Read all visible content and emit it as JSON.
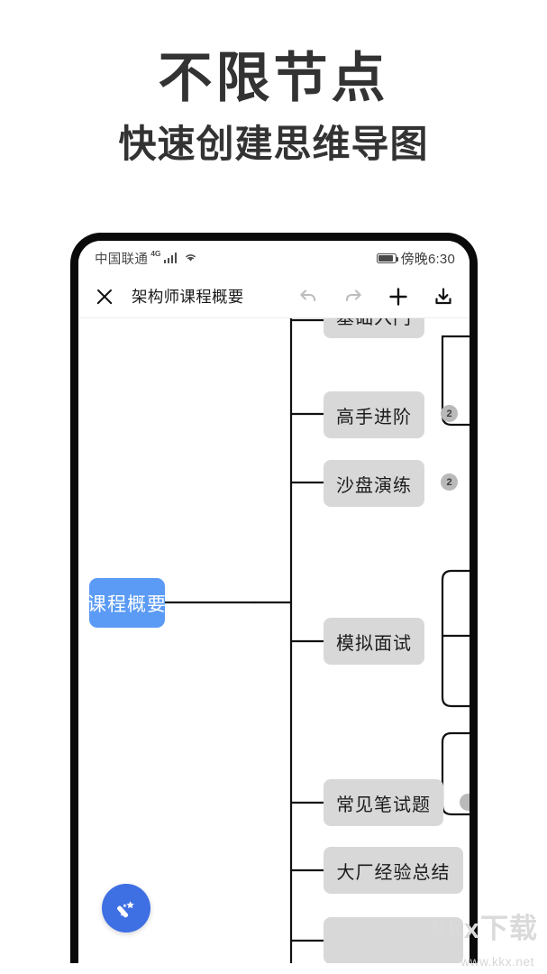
{
  "promo": {
    "title": "不限节点",
    "subtitle": "快速创建思维导图"
  },
  "phone": {
    "status_bar": {
      "carrier": "中国联通",
      "network": "4G",
      "signal_icon": "signal-bars-icon",
      "wifi_icon": "wifi-icon",
      "battery_icon": "battery-icon",
      "time": "傍晚6:30"
    },
    "toolbar": {
      "close_icon": "close-icon",
      "title": "架构师课程概要",
      "undo_icon": "undo-icon",
      "redo_icon": "redo-icon",
      "add_icon": "plus-icon",
      "download_icon": "download-icon",
      "undo_enabled": false,
      "redo_enabled": false
    },
    "mindmap": {
      "root": {
        "label": "课程概要"
      },
      "nodes": [
        {
          "label": "基础入门",
          "badge": null,
          "clipped": true
        },
        {
          "label": "高手进阶",
          "badge": "2"
        },
        {
          "label": "沙盘演练",
          "badge": "2"
        },
        {
          "label": "模拟面试",
          "badge": null
        },
        {
          "label": "常见笔试题",
          "badge": ""
        },
        {
          "label": "大厂经验总结",
          "badge": null
        }
      ]
    },
    "fab": {
      "icon": "magic-wand-icon",
      "label": ""
    }
  },
  "watermark": {
    "logo": "kkx下载",
    "url": "www.kkx.net"
  },
  "colors": {
    "accent_blue": "#5b9bf5",
    "fab_blue": "#3e6fe3",
    "node_gray": "#d8d8d8",
    "badge_gray": "#b9b9b9",
    "frame_black": "#0a0a0a",
    "heading": "#333333"
  }
}
